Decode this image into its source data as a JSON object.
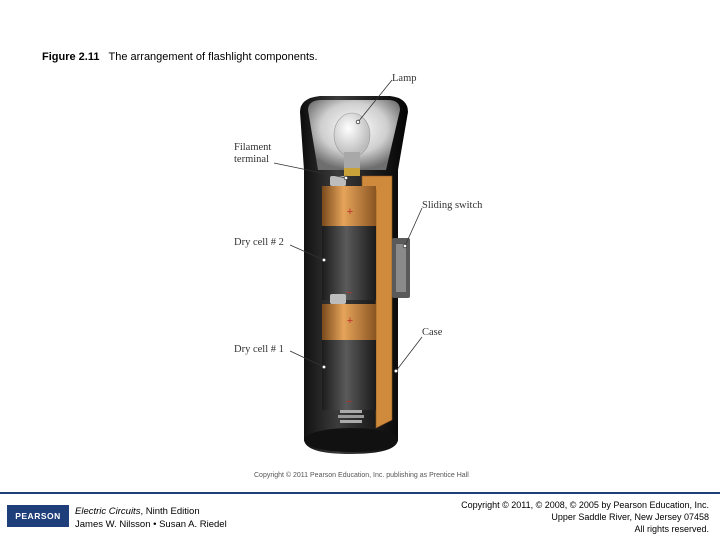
{
  "figure": {
    "number": "Figure 2.11",
    "caption": "The arrangement of flashlight components."
  },
  "labels": {
    "lamp": "Lamp",
    "filament_terminal_1": "Filament",
    "filament_terminal_2": "terminal",
    "sliding_switch": "Sliding switch",
    "dry_cell_2": "Dry cell # 2",
    "case": "Case",
    "dry_cell_1": "Dry cell # 1"
  },
  "cell_marks": {
    "plus": "+",
    "minus": "−"
  },
  "image_credit": "Copyright © 2011 Pearson Education, Inc. publishing as Prentice Hall",
  "footer": {
    "logo": "PEARSON",
    "book_title": "Electric Circuits",
    "edition": ", Ninth Edition",
    "authors": "James W. Nilsson • Susan A. Riedel",
    "copyright_line1": "Copyright © 2011, © 2008, © 2005 by Pearson Education, Inc.",
    "copyright_line2": "Upper Saddle River, New Jersey 07458",
    "copyright_line3": "All rights reserved."
  },
  "colors": {
    "case": "#1e1e1e",
    "cell_copper": "#c8843a",
    "cell_body": "#3a3a3a",
    "strip": "#d08a3c",
    "brand": "#1f3f7a"
  }
}
